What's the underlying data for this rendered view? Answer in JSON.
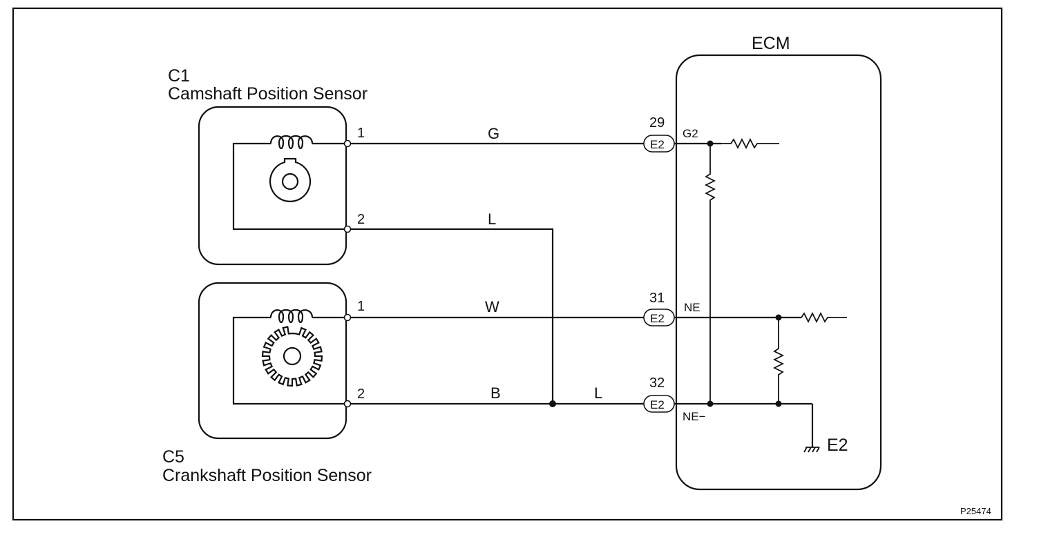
{
  "frame": {
    "ref_code": "P25474"
  },
  "ecm": {
    "title": "ECM"
  },
  "camshaft_sensor": {
    "code": "C1",
    "name": "Camshaft Position Sensor",
    "pins": [
      "1",
      "2"
    ]
  },
  "crankshaft_sensor": {
    "code": "C5",
    "name": "Crankshaft Position Sensor",
    "pins": [
      "1",
      "2"
    ]
  },
  "wires": {
    "cam_pin1": "G",
    "cam_pin2": "L",
    "crank_pin1": "W",
    "crank_pin2": "B",
    "return_to_ecm": "L"
  },
  "ecm_pins": [
    {
      "number": "29",
      "connector": "E2",
      "signal": "G2"
    },
    {
      "number": "31",
      "connector": "E2",
      "signal": "NE"
    },
    {
      "number": "32",
      "connector": "E2",
      "signal": "NE−"
    }
  ],
  "ground": {
    "label": "E2"
  }
}
